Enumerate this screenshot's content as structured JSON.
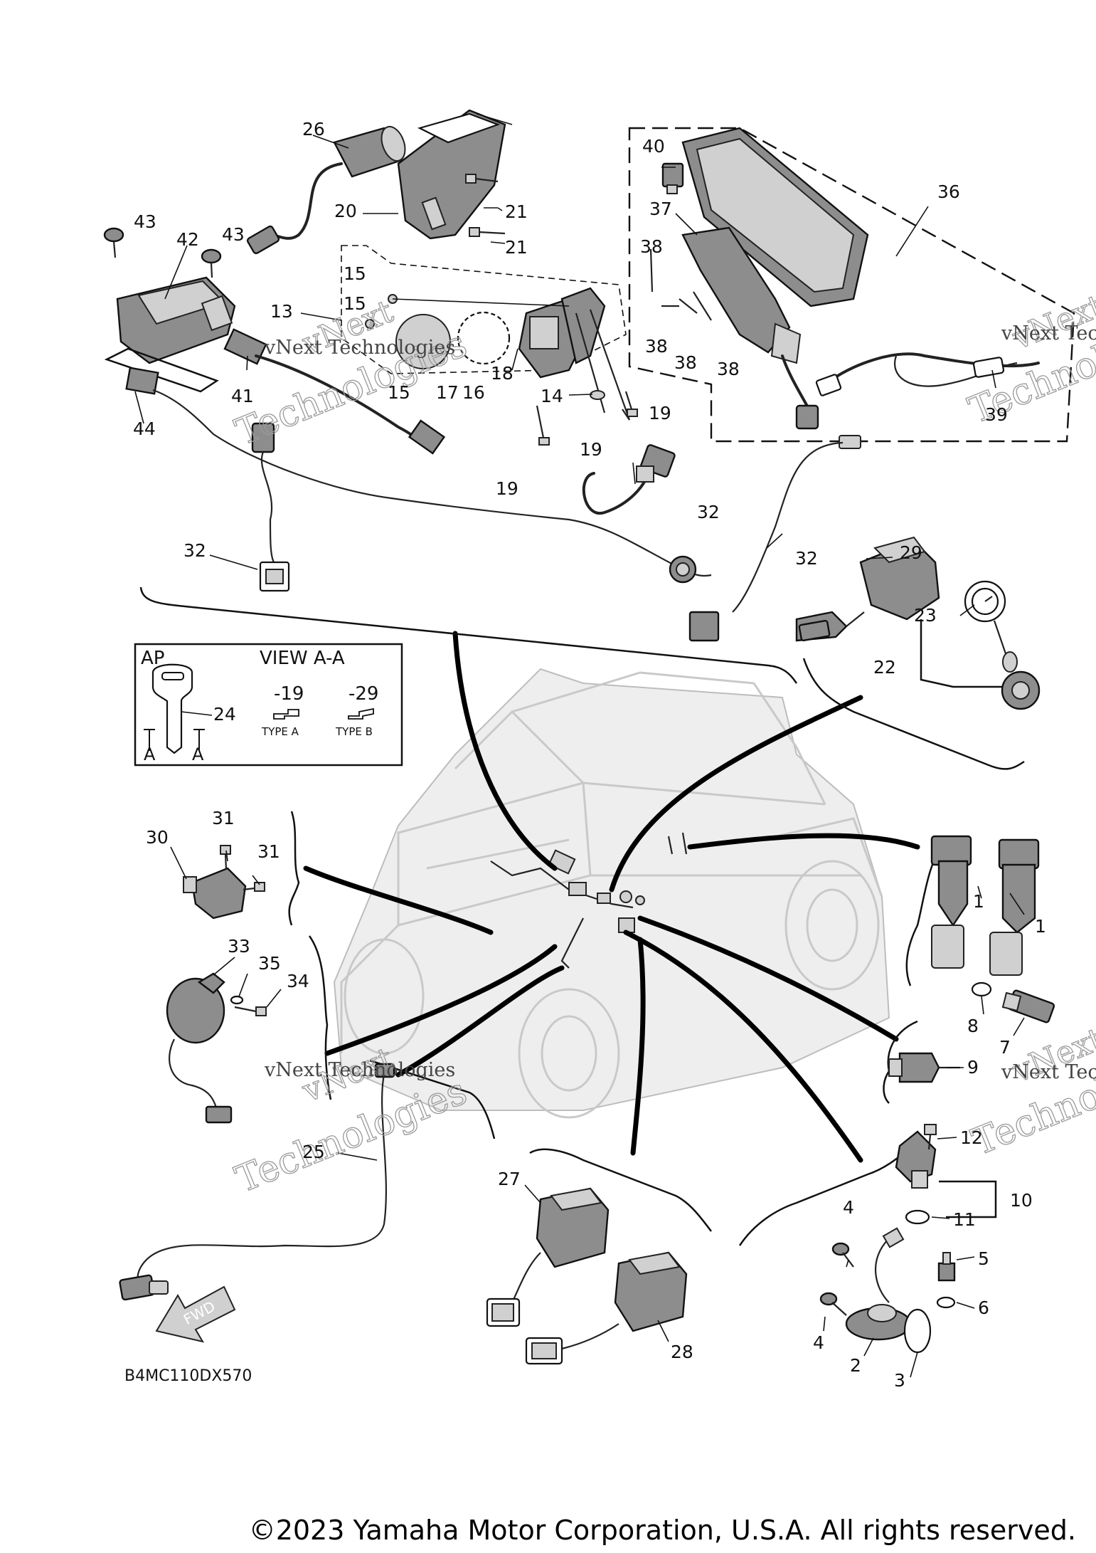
{
  "diagram_code": "B4MC110DX570",
  "copyright": "©2023 Yamaha Motor Corporation, U.S.A. All rights reserved.",
  "watermark": {
    "text": "vNext Technologies",
    "line1": "vNext",
    "line2": "Technologies"
  },
  "view_box": {
    "model_code": "AP",
    "view_label": "VIEW A-A",
    "type_a_suffix": "-19",
    "type_b_suffix": "-29",
    "type_a_label": "TYPE A",
    "type_b_label": "TYPE B",
    "section_mark_left": "A",
    "section_mark_right": "A",
    "key_callout": "24"
  },
  "fwd_label": "FWD",
  "callouts": {
    "c1a": "1",
    "c1b": "1",
    "c2": "2",
    "c3": "3",
    "c4a": "4",
    "c4b": "4",
    "c5": "5",
    "c6": "6",
    "c7": "7",
    "c8": "8",
    "c9": "9",
    "c10": "10",
    "c11": "11",
    "c12": "12",
    "c13": "13",
    "c14": "14",
    "c15a": "15",
    "c15b": "15",
    "c15c": "15",
    "c16": "16",
    "c17": "17",
    "c18": "18",
    "c19a": "19",
    "c19b": "19",
    "c19c": "19",
    "c20": "20",
    "c21a": "21",
    "c21b": "21",
    "c22": "22",
    "c23": "23",
    "c25": "25",
    "c26": "26",
    "c27": "27",
    "c28": "28",
    "c29": "29",
    "c30": "30",
    "c31a": "31",
    "c31b": "31",
    "c32a": "32",
    "c32b": "32",
    "c32c": "32",
    "c33": "33",
    "c34": "34",
    "c35": "35",
    "c36": "36",
    "c37": "37",
    "c38a": "38",
    "c38b": "38",
    "c38c": "38",
    "c38d": "38",
    "c39": "39",
    "c40": "40",
    "c41": "41",
    "c42": "42",
    "c43a": "43",
    "c43b": "43",
    "c44": "44"
  }
}
